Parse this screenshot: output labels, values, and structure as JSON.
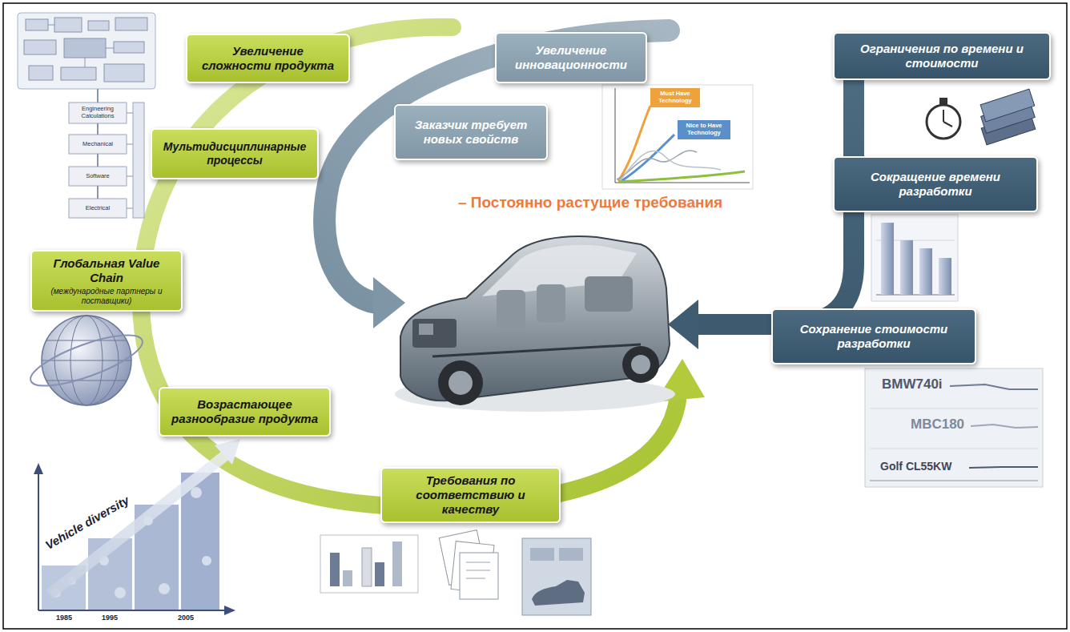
{
  "diagram": {
    "nodes": [
      {
        "text": [
          "Увеличение сложности продукта"
        ]
      },
      {
        "text": [
          "Мультидисциплинарные процессы"
        ]
      },
      {
        "text": [
          "Глобальная Value Chain",
          "(международные партнеры и поставщики)"
        ]
      },
      {
        "text": [
          "Возрастающее разнообразие продукта"
        ]
      },
      {
        "text": [
          "Требования по соответствию и качеству"
        ]
      },
      {
        "text": [
          "Увеличение инновационности"
        ]
      },
      {
        "text": [
          "Заказчик требует новых свойств"
        ]
      },
      {
        "text": [
          "Ограничения по времени и стоимости"
        ]
      },
      {
        "text": [
          "Сокращение времени разработки"
        ]
      },
      {
        "text": [
          "Сохранение стоимости разработки"
        ]
      }
    ],
    "labels": [
      "– Постоянно растущие требования",
      "Engineering Calculations",
      "Mechanical",
      "Software",
      "Electrical",
      "Must Have Technology",
      "Nice to Have Technology",
      "Vehicle diversity",
      "1985",
      "1995",
      "2005",
      "BMW740i",
      "MBC180",
      "Golf CL55KW"
    ]
  }
}
